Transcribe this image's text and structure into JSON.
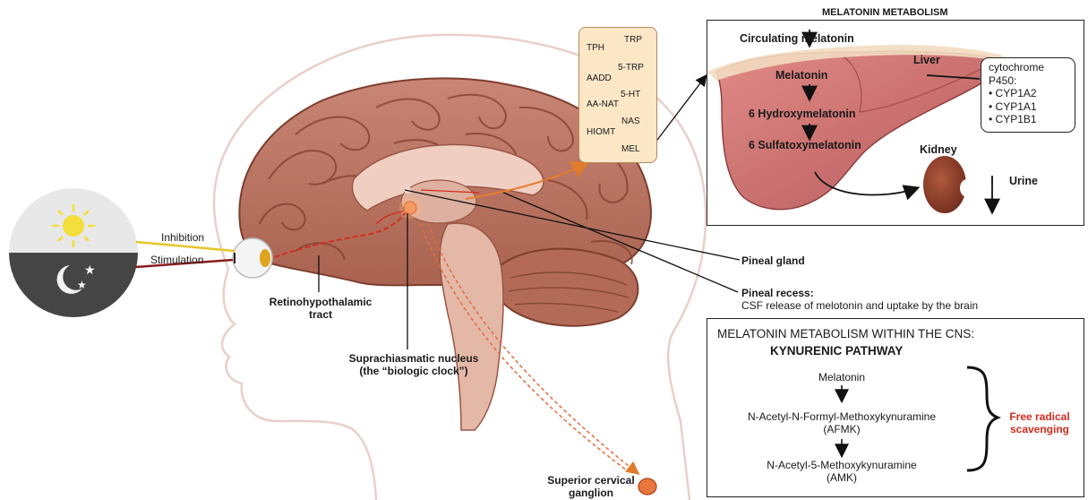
{
  "day_night": {
    "inhibition_label": "Inhibition",
    "stimulation_label": "Stimulation"
  },
  "brain_labels": {
    "retinohypothalamic": [
      "Retinohypothalamic",
      "tract"
    ],
    "scn": [
      "Suprachiasmatic nucleus",
      "(the “biologic clock”)"
    ],
    "pineal_gland": "Pineal gland",
    "pineal_recess_title": "Pineal recess:",
    "pineal_recess_desc": "CSF release of melotonin and uptake by the brain",
    "superior_cervical": [
      "Superior cervical",
      "ganglion"
    ]
  },
  "synthesis": {
    "enzymes": [
      "TPH",
      "AADD",
      "AA-NAT",
      "HIOMT"
    ],
    "metabolites": [
      "TRP",
      "5-TRP",
      "5-HT",
      "NAS",
      "MEL"
    ]
  },
  "metabolism": {
    "title": "MELATONIN METABOLISM",
    "circulating": "Circulating melatonin",
    "liver": "Liver",
    "steps": [
      "Melatonin",
      "6 Hydroxymelatonin",
      "6 Sulfatoxymelatonin"
    ],
    "kidney": "Kidney",
    "urine": "Urine",
    "cytochrome": [
      "cytochrome",
      "P450:",
      "• CYP1A2",
      "• CYP1A1",
      "• CYP1B1"
    ]
  },
  "cns": {
    "title": "MELATONIN METABOLISM WITHIN THE CNS:",
    "subtitle": "KYNURENIC PATHWAY",
    "steps": [
      "Melatonin",
      "N-Acetyl-N-Formyl-Methoxykynuramine",
      "(AFMK)",
      "N-Acetyl-5-Methoxykynuramine",
      "(AMK)"
    ],
    "free_radical": [
      "Free radical",
      "scavenging"
    ]
  },
  "colors": {
    "brain": "#c98a78",
    "brain_dark": "#a8604f",
    "liver": "#c86a6c",
    "kidney": "#8a3a2a",
    "accent_red": "#d42a1c",
    "cream": "#fbe6c6"
  }
}
